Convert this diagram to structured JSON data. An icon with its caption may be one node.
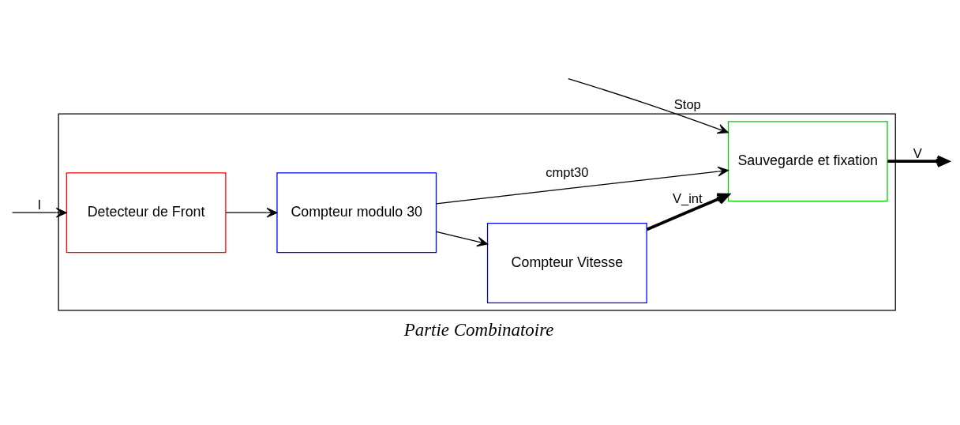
{
  "diagram": {
    "caption": "Partie Combinatoire",
    "nodes": [
      {
        "text": [],
        "shape": "box"
      },
      {
        "text": [
          "Detecteur de Front"
        ],
        "in": 0
      },
      {
        "text": [
          "Compteur modulo 30"
        ],
        "in": 0
      },
      {
        "text": [
          "Compteur Vitesse"
        ],
        "in": 0
      },
      {
        "text": [
          "Sauvegarde et fixation"
        ],
        "in": 0
      }
    ],
    "edges": [
      {
        "from": null,
        "to": 1,
        "arrow": "to",
        "label": "I"
      },
      {
        "from": 1,
        "to": 2,
        "arrow": "to"
      },
      {
        "from": 2,
        "to": 3,
        "arrow": "to"
      },
      {
        "from": 2,
        "to": 4,
        "arrow": "to",
        "label": "cmpt30"
      },
      {
        "from": null,
        "to": 4,
        "arrow": "to",
        "label": "Stop"
      },
      {
        "from": 3,
        "to": 4,
        "arrow": "to",
        "label": "V_int",
        "style": "thick"
      },
      {
        "from": 4,
        "to": null,
        "arrow": "to",
        "label": "V",
        "style": "thick"
      }
    ]
  }
}
